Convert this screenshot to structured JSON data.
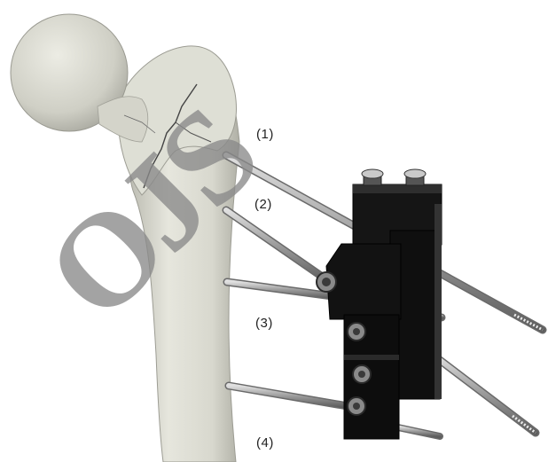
{
  "figure": {
    "pin_labels": [
      "(1)",
      "(2)",
      "(3)",
      "(4)"
    ],
    "watermark_text": "OJS",
    "colors": {
      "bone": "#dcdcd2",
      "bone_shadow": "#b8b8ae",
      "pin": "#a8a8a8",
      "fixator": "#111111",
      "watermark": "#8a8a8a"
    }
  }
}
